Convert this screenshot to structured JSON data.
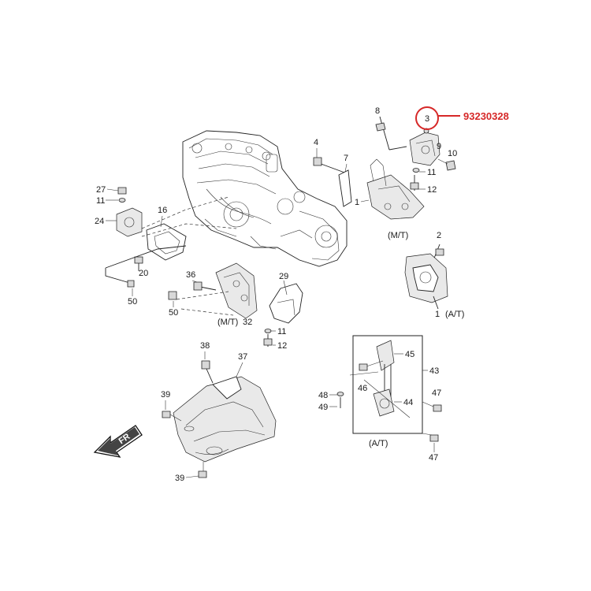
{
  "highlight": {
    "part_number": "93230328",
    "callout_ref": "3",
    "color": "#d62828"
  },
  "labels": {
    "c1_mt": "1",
    "c1_at": "1",
    "at_suffix": "(A/T)",
    "c2": "2",
    "c4": "4",
    "c7": "7",
    "c8": "8",
    "c9": "9",
    "c10": "10",
    "c11_top": "11",
    "c11_left": "11",
    "c11_mid": "11",
    "c12_top": "12",
    "c12_mid": "12",
    "c16": "16",
    "c20": "20",
    "c24": "24",
    "c27": "27",
    "c29": "29",
    "c32": "32",
    "c36": "36",
    "c37": "37",
    "c38": "38",
    "c39_top": "39",
    "c39_bottom": "39",
    "c43": "43",
    "c44": "44",
    "c45": "45",
    "c46": "46",
    "c47_top": "47",
    "c47_bottom": "47",
    "c48": "48",
    "c49": "49",
    "c50_left": "50",
    "c50_mid": "50",
    "mt_top": "(M/T)",
    "mt_mid": "(M/T)",
    "at_bottom": "(A/T)"
  },
  "direction_arrow": {
    "label": "FR"
  }
}
